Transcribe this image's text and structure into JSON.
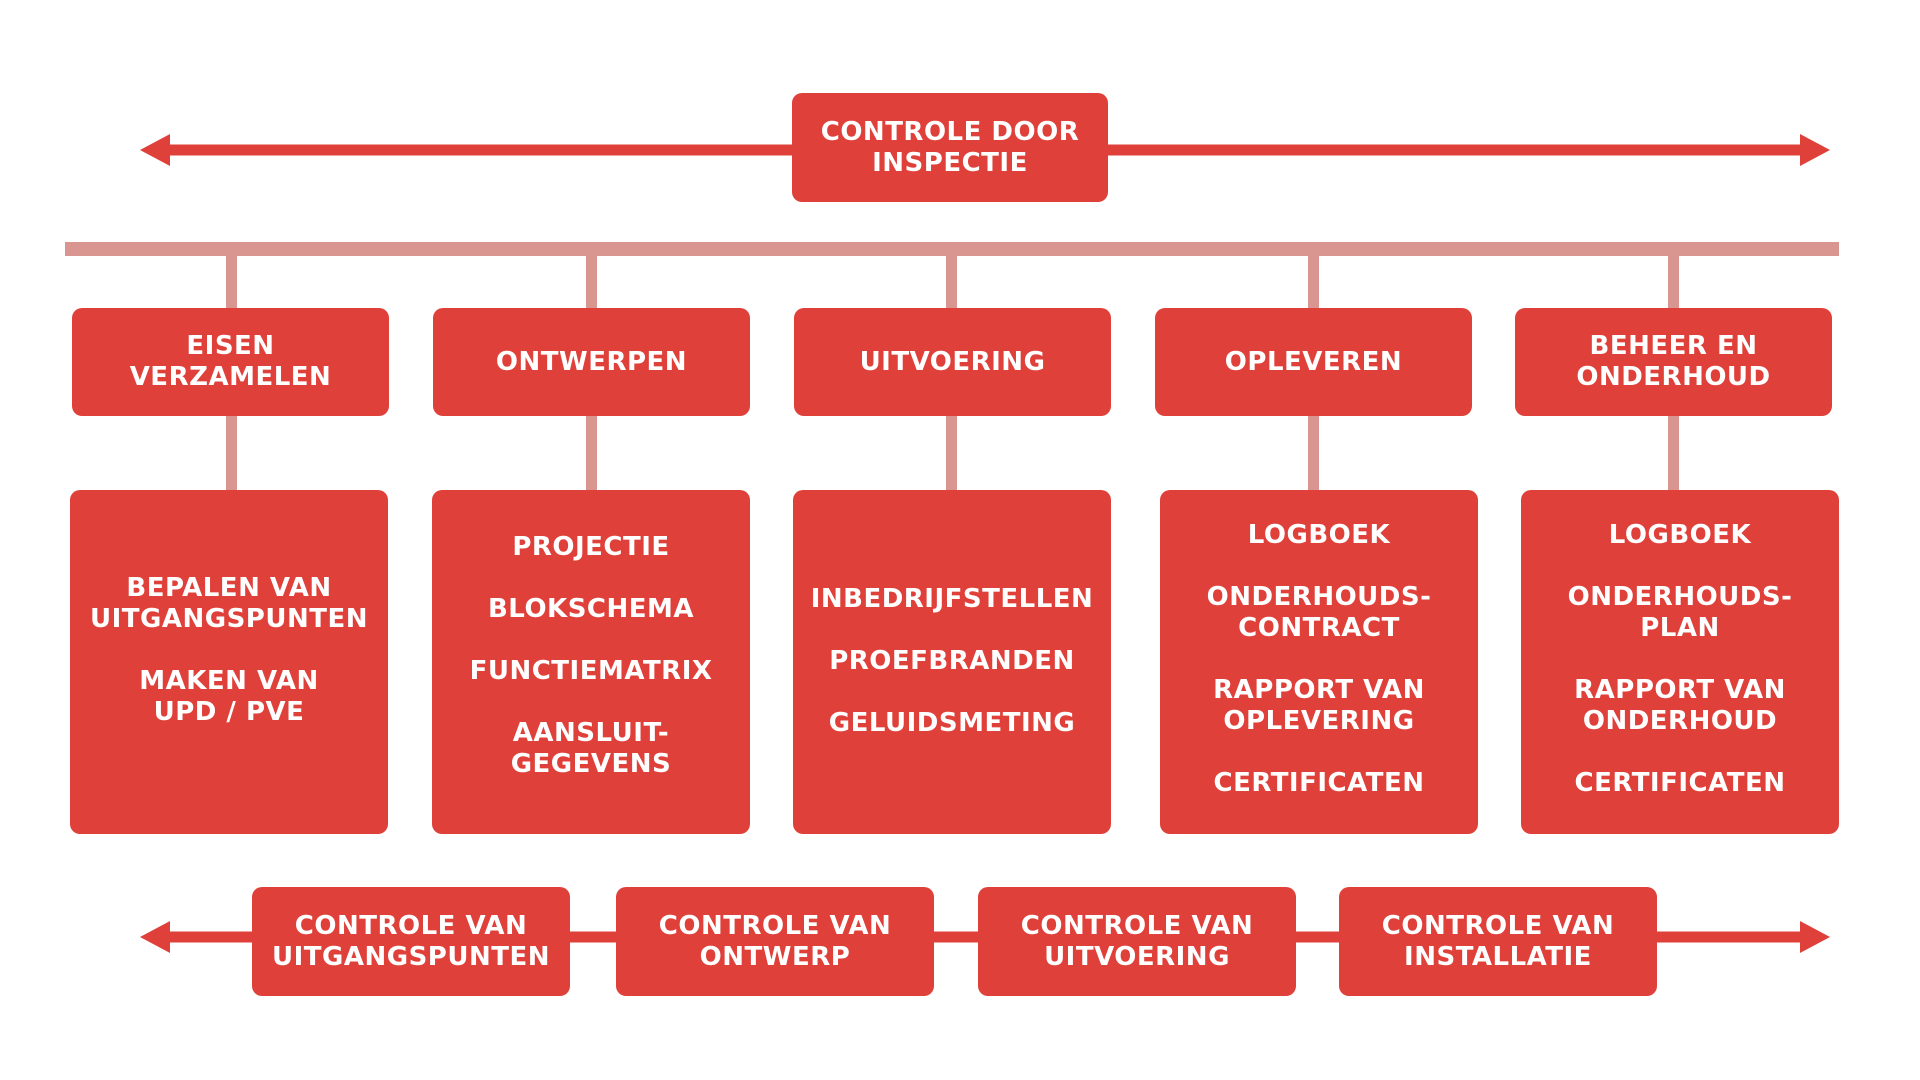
{
  "colors": {
    "box": "#e0403a",
    "arrow": "#e0403a",
    "connector": "#d99590",
    "text": "#ffffff"
  },
  "top": {
    "label": "CONTROLE DOOR\nINSPECTIE"
  },
  "phases": [
    {
      "label": "EISEN\nVERZAMELEN",
      "items": [
        "BEPALEN VAN\nUITGANGSPUNTEN",
        "MAKEN VAN\nUPD / PVE"
      ]
    },
    {
      "label": "ONTWERPEN",
      "items": [
        "PROJECTIE",
        "BLOKSCHEMA",
        "FUNCTIEMATRIX",
        "AANSLUIT-\nGEGEVENS"
      ]
    },
    {
      "label": "UITVOERING",
      "items": [
        "INBEDRIJFSTELLEN",
        "PROEFBRANDEN",
        "GELUIDSMETING"
      ]
    },
    {
      "label": "OPLEVEREN",
      "items": [
        "LOGBOEK",
        "ONDERHOUDS-\nCONTRACT",
        "RAPPORT VAN\nOPLEVERING",
        "CERTIFICATEN"
      ]
    },
    {
      "label": "BEHEER EN\nONDERHOUD",
      "items": [
        "LOGBOEK",
        "ONDERHOUDS-\nPLAN",
        "RAPPORT VAN\nONDERHOUD",
        "CERTIFICATEN"
      ]
    }
  ],
  "controls": [
    "CONTROLE VAN\nUITGANGSPUNTEN",
    "CONTROLE VAN\nONTWERP",
    "CONTROLE VAN\nUITVOERING",
    "CONTROLE VAN\nINSTALLATIE"
  ]
}
